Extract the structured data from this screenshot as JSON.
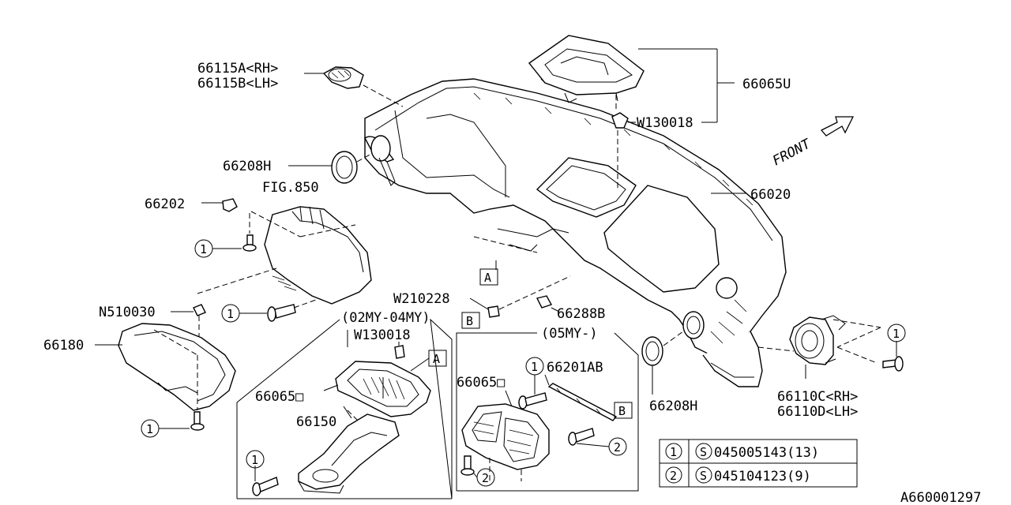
{
  "diagram_id": "A660001297",
  "front_label": "FRONT",
  "figure_ref": "FIG.850",
  "parts": {
    "vent_cover": [
      "66115A<RH>",
      "66115B<LH>"
    ],
    "cover_66065u": "66065U",
    "clip_w130018_top": "W130018",
    "ring_66208h_left": "66208H",
    "clip_66202": "66202",
    "panel_66020": "66020",
    "meter_bracket_a": "A",
    "w210228": "W210228",
    "clip_66288b": "66288B",
    "bracket_b": "B",
    "n510030": "N510030",
    "meter_visor_66180": "66180",
    "ring_66208h_right": "66208H",
    "side_vent": [
      "66110C<RH>",
      "66110D<LH>"
    ]
  },
  "inset_02my": {
    "title": "(02MY-04MY)",
    "clip": "W130018",
    "bracket_ref": "A",
    "center_vent": "66065□",
    "pocket": "66150"
  },
  "inset_05my": {
    "title": "(05MY-)",
    "center_vent": "66065□",
    "bracket": "66201AB",
    "bracket_ref": "B"
  },
  "callout_markers": {
    "one": "1",
    "two": "2"
  },
  "legend": [
    {
      "marker": "1",
      "symbol": "S",
      "part": "045005143(13)"
    },
    {
      "marker": "2",
      "symbol": "S",
      "part": "045104123(9)"
    }
  ]
}
